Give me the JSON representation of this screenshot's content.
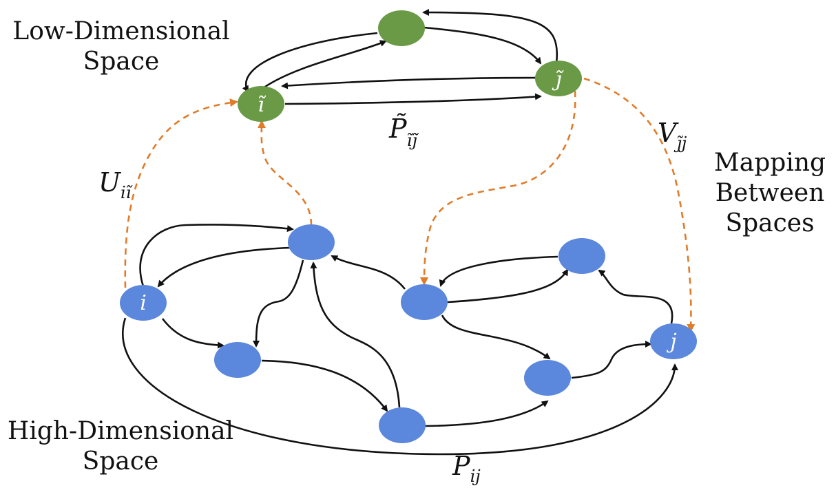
{
  "colors": {
    "low_node": "#6a9a46",
    "high_node": "#5b87dc",
    "edge": "#111111",
    "mapping": "#e07b2a"
  },
  "labels": {
    "low_space_line1": "Low-Dimensional",
    "low_space_line2": "Space",
    "high_space_line1": "High-Dimensional",
    "high_space_line2": "Space",
    "mapping_line1": "Mapping",
    "mapping_line2": "Between",
    "mapping_line3": "Spaces"
  },
  "math": {
    "P_tilde": {
      "base": "P̃",
      "sub": "ĩj̃"
    },
    "U": {
      "base": "U",
      "sub": "iĩ"
    },
    "V": {
      "base": "V",
      "sub": "j̃j"
    },
    "P": {
      "base": "P",
      "sub": "ij"
    }
  },
  "nodes": {
    "low": [
      {
        "id": "l_top",
        "label": ""
      },
      {
        "id": "l_i",
        "label": "ĩ"
      },
      {
        "id": "l_j",
        "label": "j̃"
      }
    ],
    "high": [
      {
        "id": "h_i",
        "label": "i"
      },
      {
        "id": "h_top",
        "label": ""
      },
      {
        "id": "h_b1",
        "label": ""
      },
      {
        "id": "h_bot",
        "label": ""
      },
      {
        "id": "h_mid",
        "label": ""
      },
      {
        "id": "h_tr",
        "label": ""
      },
      {
        "id": "h_br",
        "label": ""
      },
      {
        "id": "h_j",
        "label": "j"
      }
    ]
  }
}
